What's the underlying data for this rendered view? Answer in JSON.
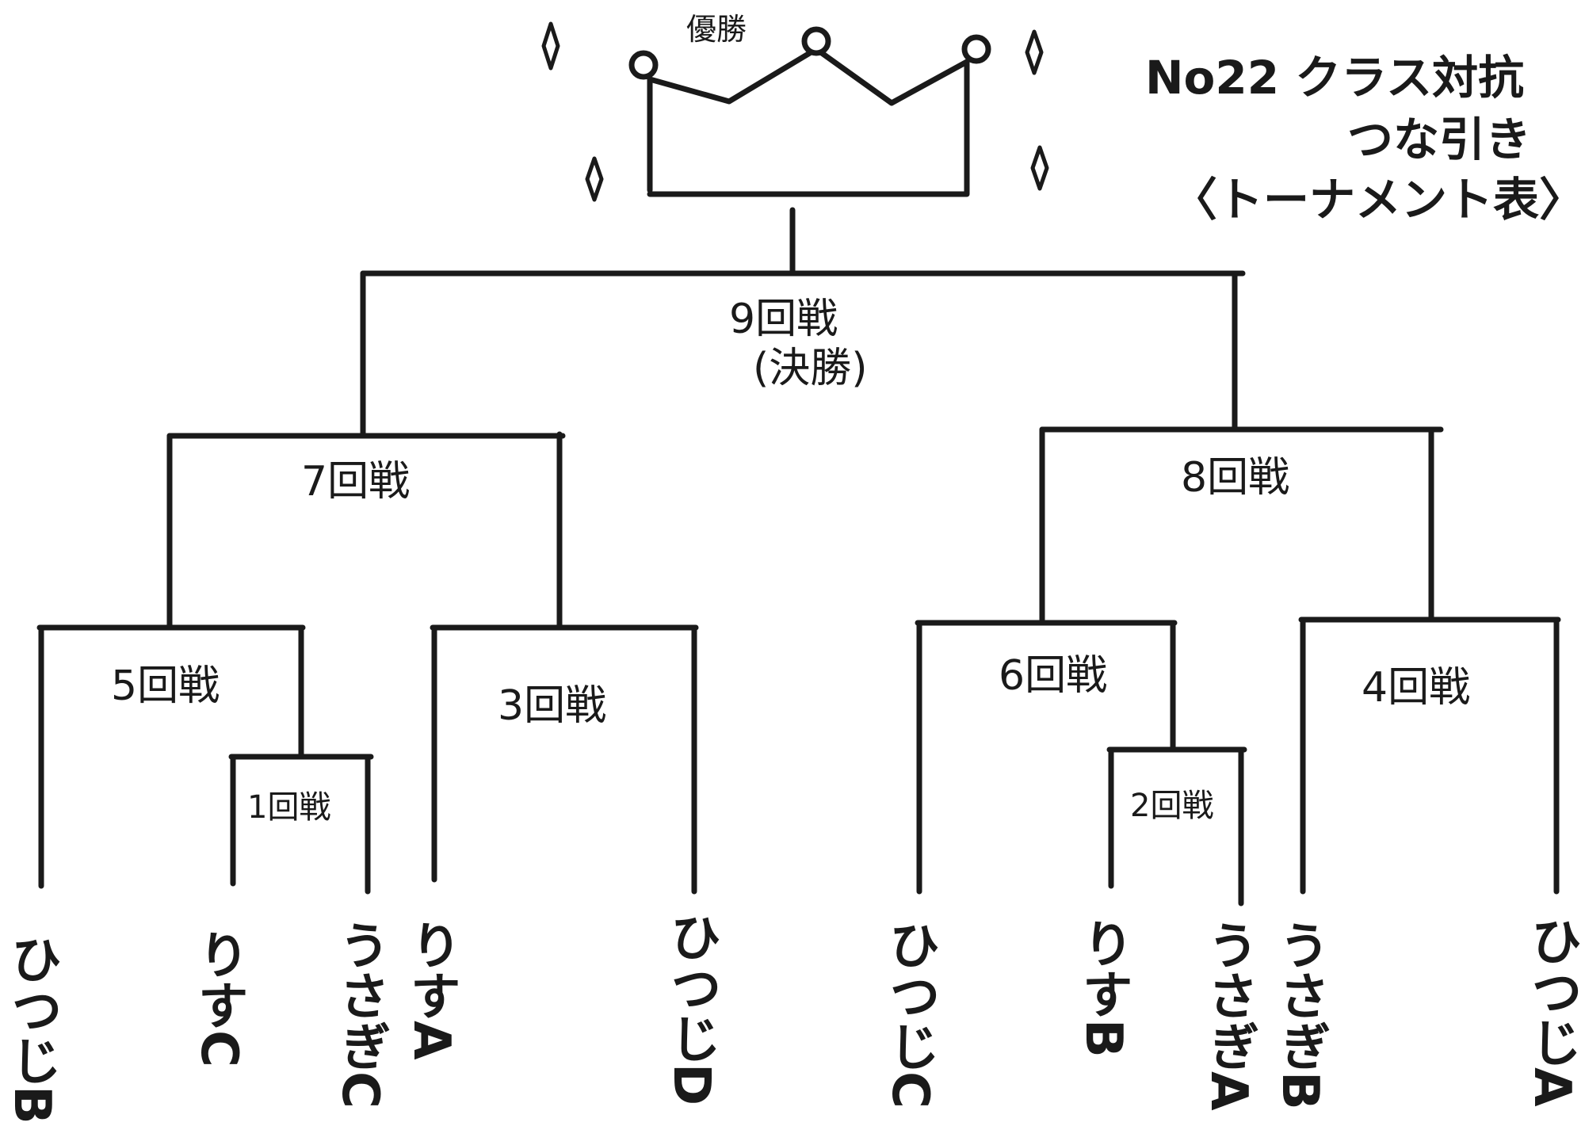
{
  "title": {
    "line1": "No22 クラス対抗",
    "line2": "つな引き",
    "line3": "〈トーナメント表〉"
  },
  "champion_label": "優勝",
  "rounds": {
    "r1": "1回戦",
    "r2": "2回戦",
    "r3": "3回戦",
    "r4": "4回戦",
    "r5": "5回戦",
    "r6": "6回戦",
    "r7": "7回戦",
    "r8": "8回戦",
    "r9": "9回戦",
    "r9_sub": "(決勝)"
  },
  "teams": [
    "ひつじB",
    "りすC",
    "うさぎC",
    "りすA",
    "ひつじD",
    "ひつじC",
    "りすB",
    "うさぎA",
    "うさぎB",
    "ひつじA"
  ],
  "colors": {
    "ink": "#1a1a1a",
    "paper": "#ffffff"
  },
  "icons": {
    "crown": "crown-icon",
    "sparkle": "sparkle-icon"
  }
}
